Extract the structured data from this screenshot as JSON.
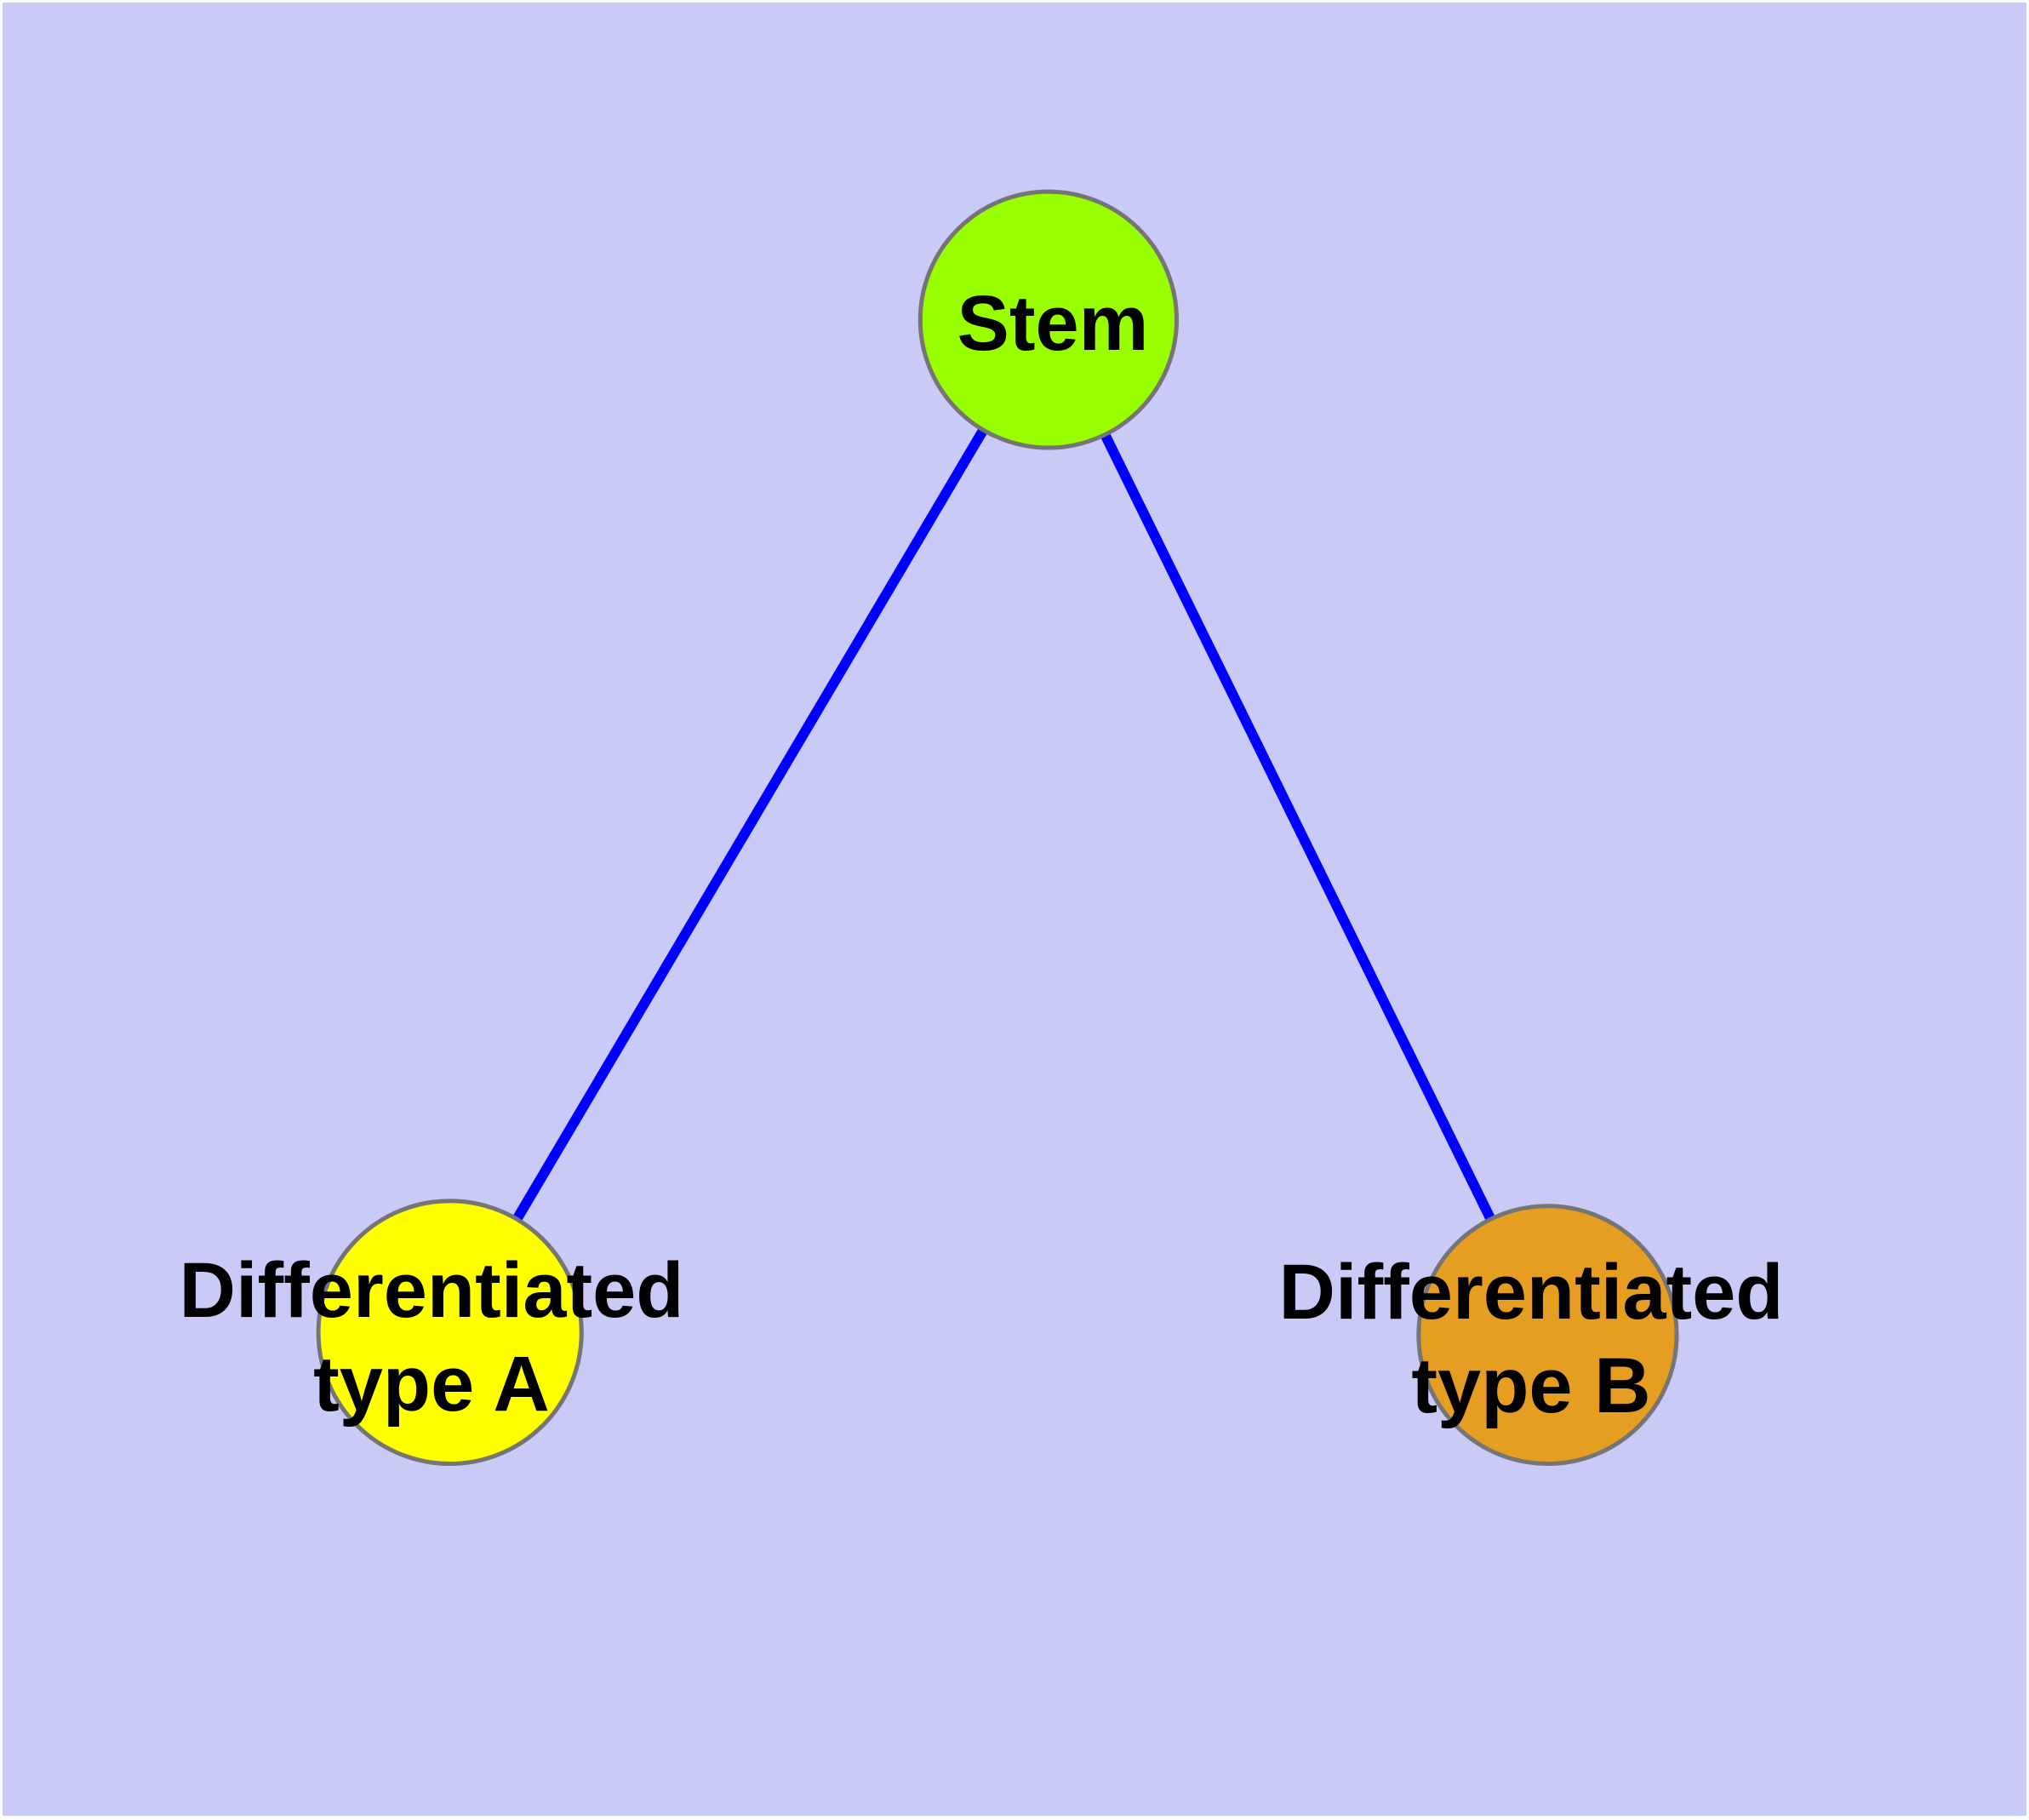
{
  "diagram": {
    "background_color": "#cacaf6",
    "page_border_color": "#ffffff",
    "edge_color": "#0000ff",
    "node_border_color": "#757575",
    "text_color": "#000000",
    "nodes": [
      {
        "id": "stem",
        "label": "Stem",
        "color": "#99fe00"
      },
      {
        "id": "type-a",
        "label_line1": "Differentiated",
        "label_line2": "type A",
        "color": "#ffff00"
      },
      {
        "id": "type-b",
        "label_line1": "Differentiated",
        "label_line2": "type B",
        "color": "#e69e22"
      }
    ],
    "edges": [
      {
        "from": "stem",
        "to": "type-a"
      },
      {
        "from": "stem",
        "to": "type-b"
      }
    ]
  }
}
